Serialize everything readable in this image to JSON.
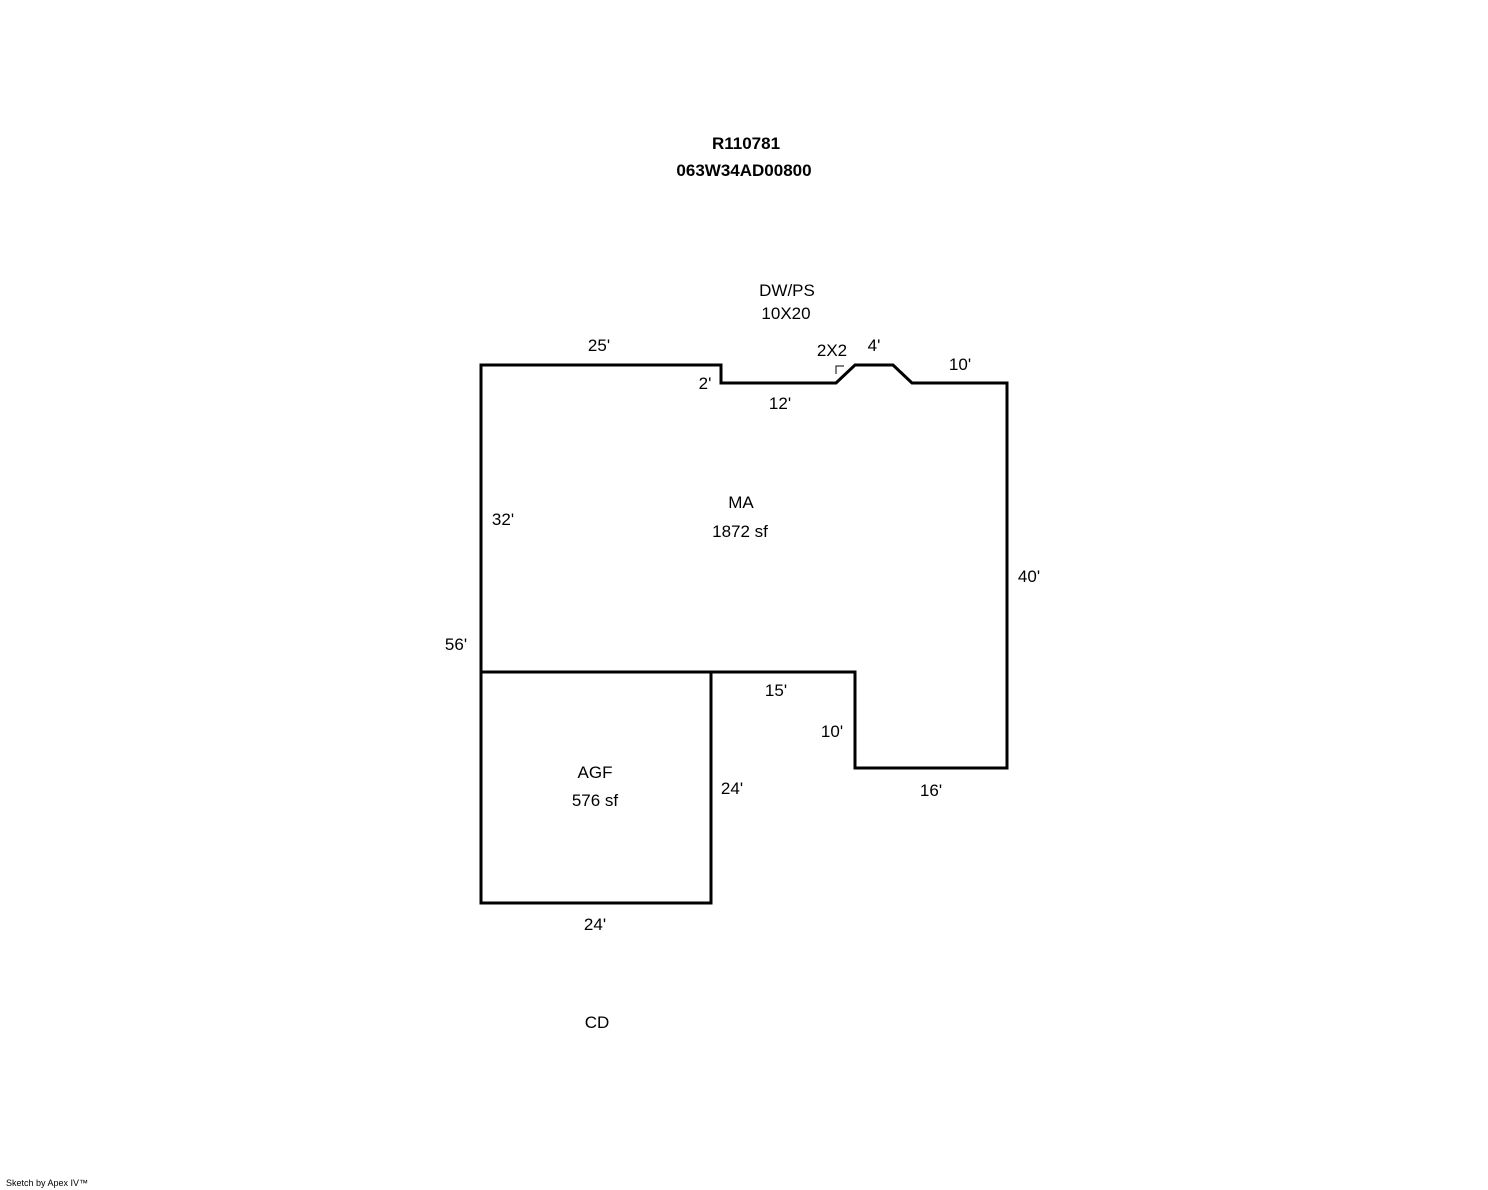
{
  "header": {
    "parcel_id": "R110781",
    "map_number": "063W34AD00800"
  },
  "areas": [
    {
      "code": "MA",
      "area": "1872 sf"
    },
    {
      "code": "AGF",
      "area": "576 sf"
    }
  ],
  "annotations": {
    "dw_ps": "DW/PS",
    "dw_ps_size": "10X20",
    "small_area": "2X2",
    "cd": "CD"
  },
  "dimensions": {
    "ma_top_left": "25'",
    "ma_step": "2'",
    "ma_top_mid": "12'",
    "ma_bump": "4'",
    "ma_top_right": "10'",
    "ma_left": "32'",
    "total_left": "56'",
    "ma_right": "40'",
    "ma_inner_h": "15'",
    "ma_inner_v": "10'",
    "ma_bottom": "16'",
    "agf_right": "24'",
    "agf_bottom": "24'"
  },
  "colors": {
    "line": "#000000",
    "background": "#ffffff"
  },
  "footer": "Sketch by Apex IV™"
}
